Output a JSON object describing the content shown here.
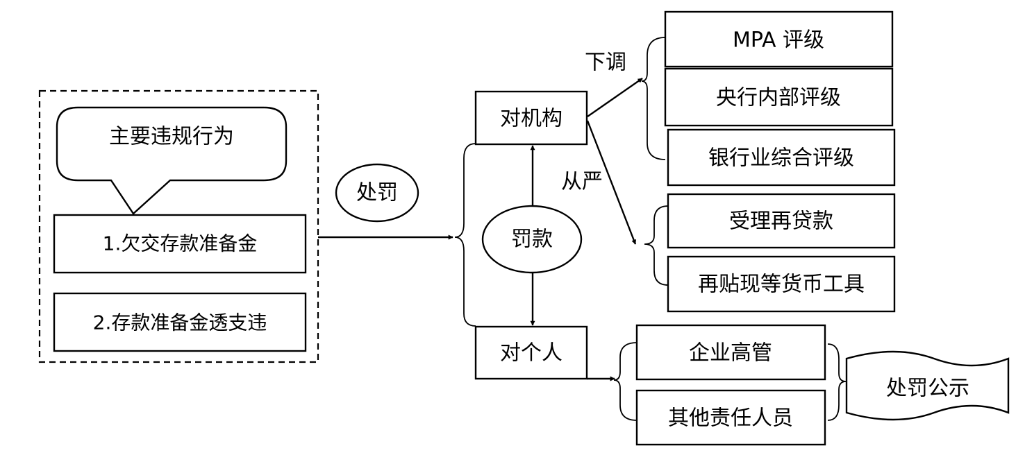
{
  "violations": {
    "title": "主要违规行为",
    "items": [
      "1.欠交存款准备金",
      "2.存款准备金透支违"
    ]
  },
  "penalty_label": "处罚",
  "fine_label": "罚款",
  "targets": {
    "institution": "对机构",
    "individual": "对个人"
  },
  "edges": {
    "downgrade": "下调",
    "strict": "从严"
  },
  "ratings": [
    "MPA 评级",
    "央行内部评级",
    "银行业综合评级"
  ],
  "tools": [
    "受理再贷款",
    "再贴现等货币工具"
  ],
  "persons": [
    "企业高管",
    "其他责任人员"
  ],
  "publicity": "处罚公示"
}
